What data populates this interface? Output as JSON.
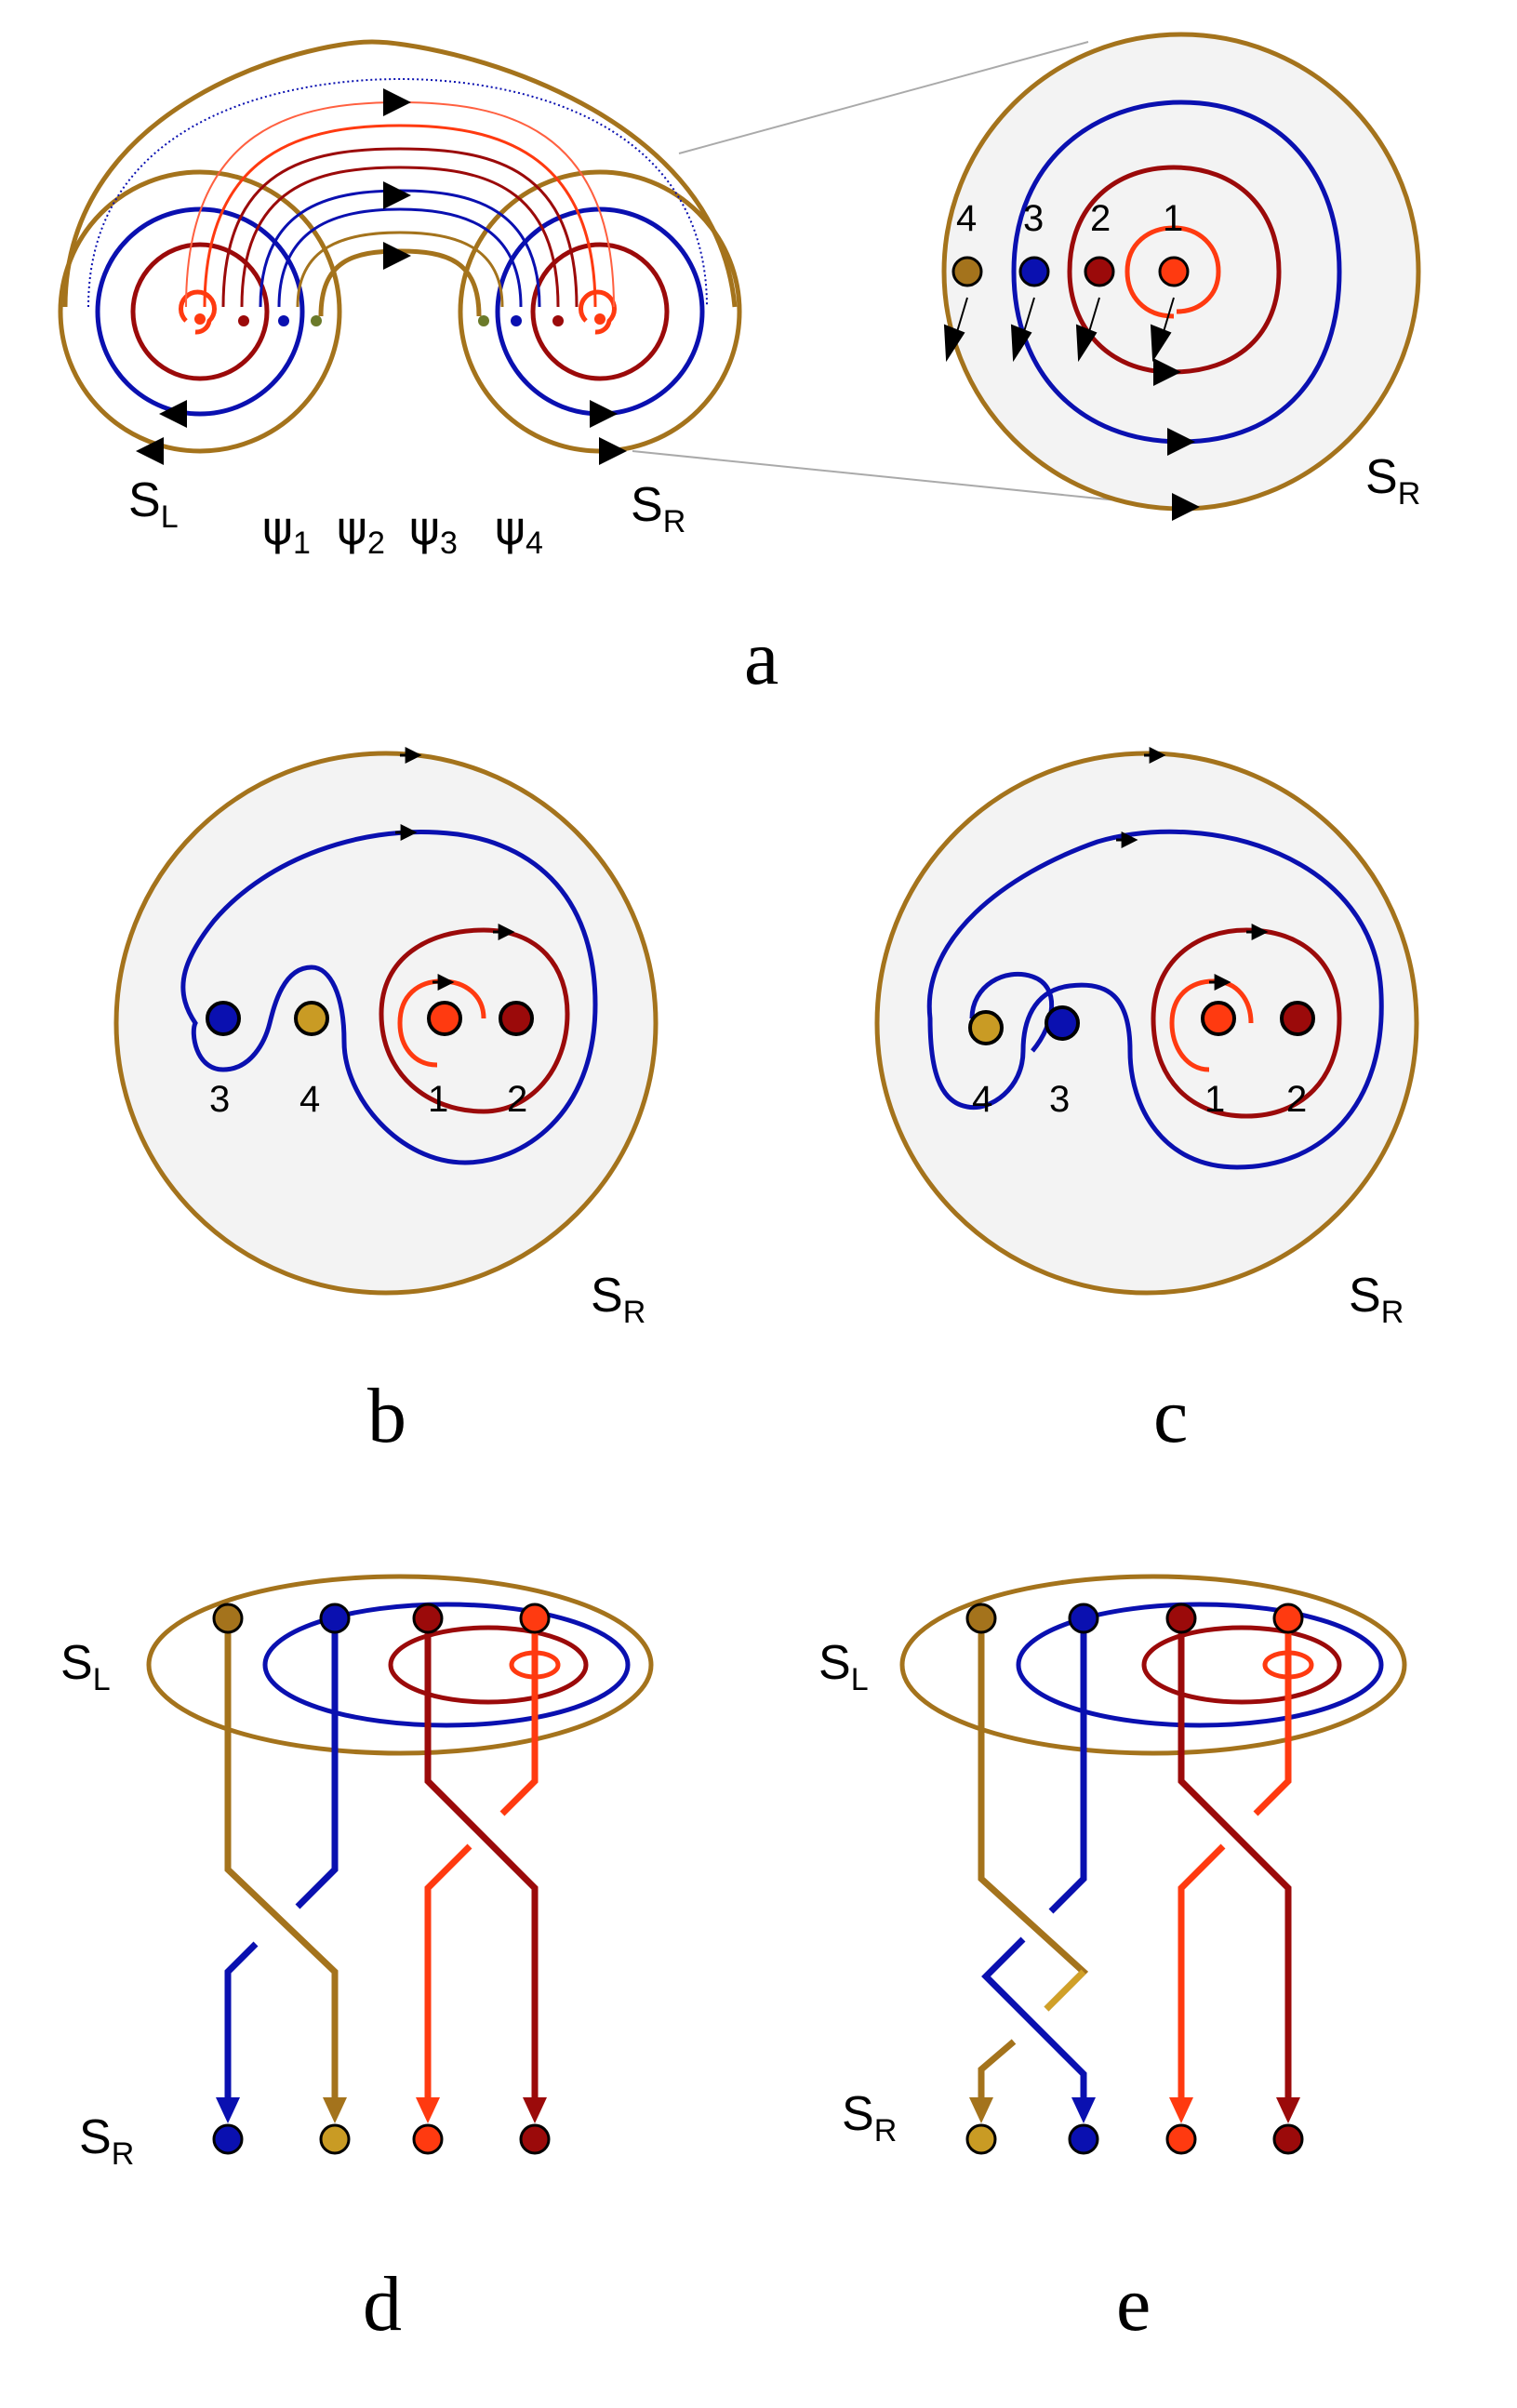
{
  "colors": {
    "c1": "#ff3a10",
    "c2": "#9b0a0a",
    "c3": "#0a10b0",
    "c4": "#a4731c",
    "c4light": "#d0a028",
    "bg": "#f3f3f3"
  },
  "panel_a": {
    "label": "a",
    "s_left": {
      "s": "S",
      "sub": "L"
    },
    "s_right": {
      "s": "S",
      "sub": "R"
    },
    "psi": [
      {
        "s": "ψ",
        "sub": "1"
      },
      {
        "s": "ψ",
        "sub": "2"
      },
      {
        "s": "ψ",
        "sub": "3"
      },
      {
        "s": "ψ",
        "sub": "4"
      }
    ],
    "zoom_numbers": [
      "4",
      "3",
      "2",
      "1"
    ],
    "zoom_s": {
      "s": "S",
      "sub": "R"
    }
  },
  "panel_b": {
    "label": "b",
    "numbers": [
      "3",
      "4",
      "1",
      "2"
    ],
    "s": {
      "s": "S",
      "sub": "R"
    }
  },
  "panel_c": {
    "label": "c",
    "numbers": [
      "4",
      "3",
      "1",
      "2"
    ],
    "s": {
      "s": "S",
      "sub": "R"
    }
  },
  "panel_d": {
    "label": "d",
    "top": {
      "s": "S",
      "sub": "L"
    },
    "bottom": {
      "s": "S",
      "sub": "R"
    }
  },
  "panel_e": {
    "label": "e",
    "top": {
      "s": "S",
      "sub": "L"
    },
    "bottom": {
      "s": "S",
      "sub": "R"
    }
  }
}
